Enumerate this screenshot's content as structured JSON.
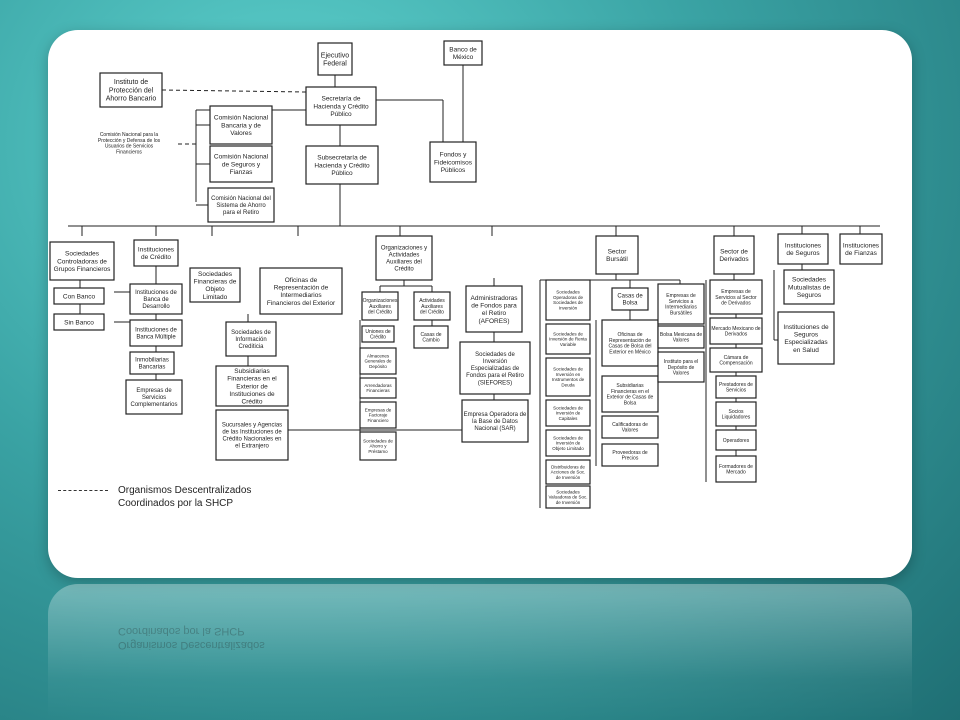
{
  "nodes": {
    "ejecutivo": "Ejecutivo Federal",
    "banxico": "Banco de México",
    "ipab": "Instituto de Protección del Ahorro Bancario",
    "condusef": "Comisión Nacional para la Protección y Defensa de los Usuarios de Servicios Financieros",
    "shcp": "Secretaría de Hacienda y Crédito Público",
    "cnbv": "Comisión Nacional Bancaria y de Valores",
    "cnsf": "Comisión Nacional de Seguros y Fianzas",
    "consar": "Comisión Nacional del Sistema de Ahorro para el Retiro",
    "subsecretaria": "Subsecretaría de Hacienda y Crédito Público",
    "fondos": "Fondos y Fideicomisos Públicos",
    "soc_controladoras": "Sociedades Controladoras de Grupos Financieros",
    "inst_credito": "Instituciones de Crédito",
    "con_banco": "Con Banco",
    "sin_banco": "Sin Banco",
    "banca_desarrollo": "Instituciones de Banca de Desarrollo",
    "banca_multiple": "Instituciones de Banca Múltiple",
    "inmobiliarias": "Inmobiliarias Bancarias",
    "empresas_serv": "Empresas de Servicios Complementarios",
    "sofoles": "Sociedades Financieras de Objeto Limitado",
    "oficinas_rep": "Oficinas de Representación de Intermediarios Financieros del Exterior",
    "soc_info": "Sociedades de Información Crediticia",
    "subsidiarias": "Subsidiarias Financieras en el Exterior de Instituciones de Crédito",
    "sucursales": "Sucursales y Agencias de las Instituciones de Crédito Nacionales en el Extranjero",
    "org_aux": "Organizaciones y Actividades Auxiliares del Crédito",
    "organizaciones": "Organizaciones Auxiliares del Crédito",
    "actividades": "Actividades Auxiliares del Crédito",
    "uniones": "Uniones de Crédito",
    "almacenes": "Almacenes Generales de Depósito",
    "arrendadoras": "Arrendadoras Financieras",
    "factoraje": "Empresas de Factoraje Financiero",
    "ahorro_prestamo": "Sociedades de Ahorro y Préstamo",
    "casas_cambio": "Casas de Cambio",
    "afores": "Administradoras de Fondos para el Retiro (AFORES)",
    "siefores": "Sociedades de Inversión Especializadas de Fondos para el Retiro (SIEFORES)",
    "sar": "Empresa Operadora de la Base de Datos Nacional (SAR)",
    "sector_bursatil": "Sector Bursátil",
    "soc_operadoras": "Sociedades Operadoras de Sociedades de Inversión",
    "si_renta_variable": "Sociedades de Inversión de Renta Variable",
    "si_deuda": "Sociedades de Inversión en Instrumentos de Deuda",
    "si_capitales": "Sociedades de Inversión de Capitales",
    "si_objeto": "Sociedades de Inversión de Objeto Limitado",
    "distribuidoras": "Distribuidoras de Acciones de Soc. de Inversión",
    "valuadoras": "Sociedades Valuadoras de Soc. de Inversión",
    "casas_bolsa": "Casas de Bolsa",
    "of_casas_bolsa": "Oficinas de Representación de Casas de Bolsa del Exterior en México",
    "subs_casas_bolsa": "Subsidiarias Financieras en el Exterior de Casas de Bolsa",
    "calificadoras": "Calificadoras de Valores",
    "proveedoras": "Proveedoras de Precios",
    "empresas_interm": "Empresas de Servicios a Intermediarios Bursátiles",
    "bmv": "Bolsa Mexicana de Valores",
    "indeval": "Instituto para el Depósito de Valores",
    "sector_derivados": "Sector de Derivados",
    "serv_derivados": "Empresas de Servicios al Sector de Derivados",
    "mexder": "Mercado Mexicano de Derivados",
    "camara": "Cámara de Compensación",
    "prestadores": "Prestadores de Servicios",
    "socios_liq": "Socios Liquidadores",
    "operadores": "Operadores",
    "formadores": "Formadores de Mercado",
    "inst_seguros": "Instituciones de Seguros",
    "inst_fianzas": "Instituciones de Fianzas",
    "mutualistas": "Sociedades Mutualistas de Seguros",
    "seg_salud": "Instituciones de Seguros Especializadas en Salud"
  },
  "legend": {
    "line1": "Organismos Descentralizados",
    "line2": "Coordinados por la SHCP"
  },
  "colors": {
    "background_top": "#5fd3cf",
    "background_bottom": "#1f6f74",
    "slide": "#ffffff",
    "box_border": "#222222"
  }
}
